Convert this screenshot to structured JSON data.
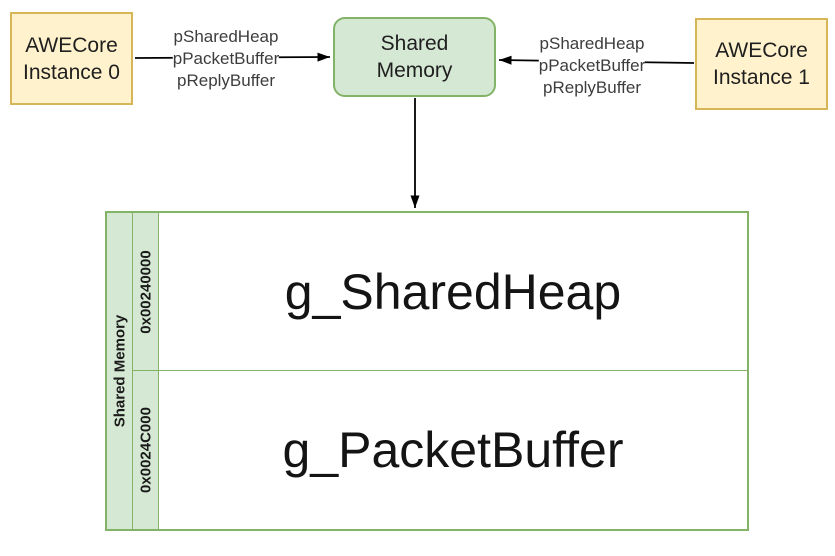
{
  "diagram": {
    "nodes": {
      "awecore0": {
        "lines": [
          "AWECore",
          "Instance 0"
        ]
      },
      "shared_memory": {
        "lines": [
          "Shared",
          "Memory"
        ]
      },
      "awecore1": {
        "lines": [
          "AWECore",
          "Instance 1"
        ]
      }
    },
    "edges": {
      "left": {
        "labels": [
          "pSharedHeap",
          "pPacketBuffer",
          "pReplyBuffer"
        ]
      },
      "right": {
        "labels": [
          "pSharedHeap",
          "pPacketBuffer",
          "pReplyBuffer"
        ]
      }
    },
    "memory_table": {
      "side_header": "Shared Memory",
      "rows": [
        {
          "address": "0x00240000",
          "label": "g_SharedHeap"
        },
        {
          "address": "0x0024C000",
          "label": "g_PacketBuffer"
        }
      ]
    },
    "colors": {
      "node_yellow_fill": "#FFF2CC",
      "node_yellow_stroke": "#D6B656",
      "node_green_fill": "#D5E8D4",
      "node_green_stroke": "#82B366",
      "connector": "#000000"
    }
  }
}
